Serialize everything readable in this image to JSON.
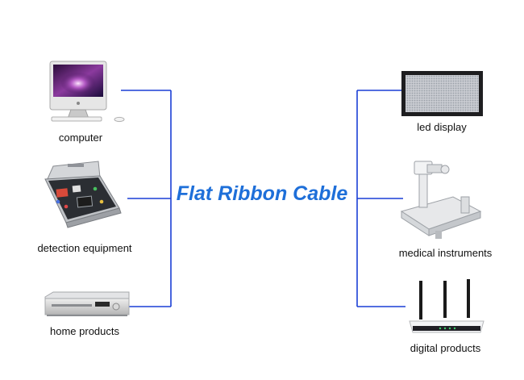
{
  "title": "Flat Ribbon Cable",
  "colors": {
    "line": "#1a3fd6",
    "title": "#1e6fd9"
  },
  "devices": {
    "computer": {
      "label": "computer",
      "icon": "computer-icon"
    },
    "detection": {
      "label": "detection equipment",
      "icon": "detection-equipment-icon"
    },
    "home": {
      "label": "home products",
      "icon": "dvd-player-icon"
    },
    "led": {
      "label": "led display",
      "icon": "led-display-icon"
    },
    "medical": {
      "label": "medical instruments",
      "icon": "x-ray-machine-icon"
    },
    "digital": {
      "label": "digital products",
      "icon": "wifi-router-icon"
    }
  }
}
